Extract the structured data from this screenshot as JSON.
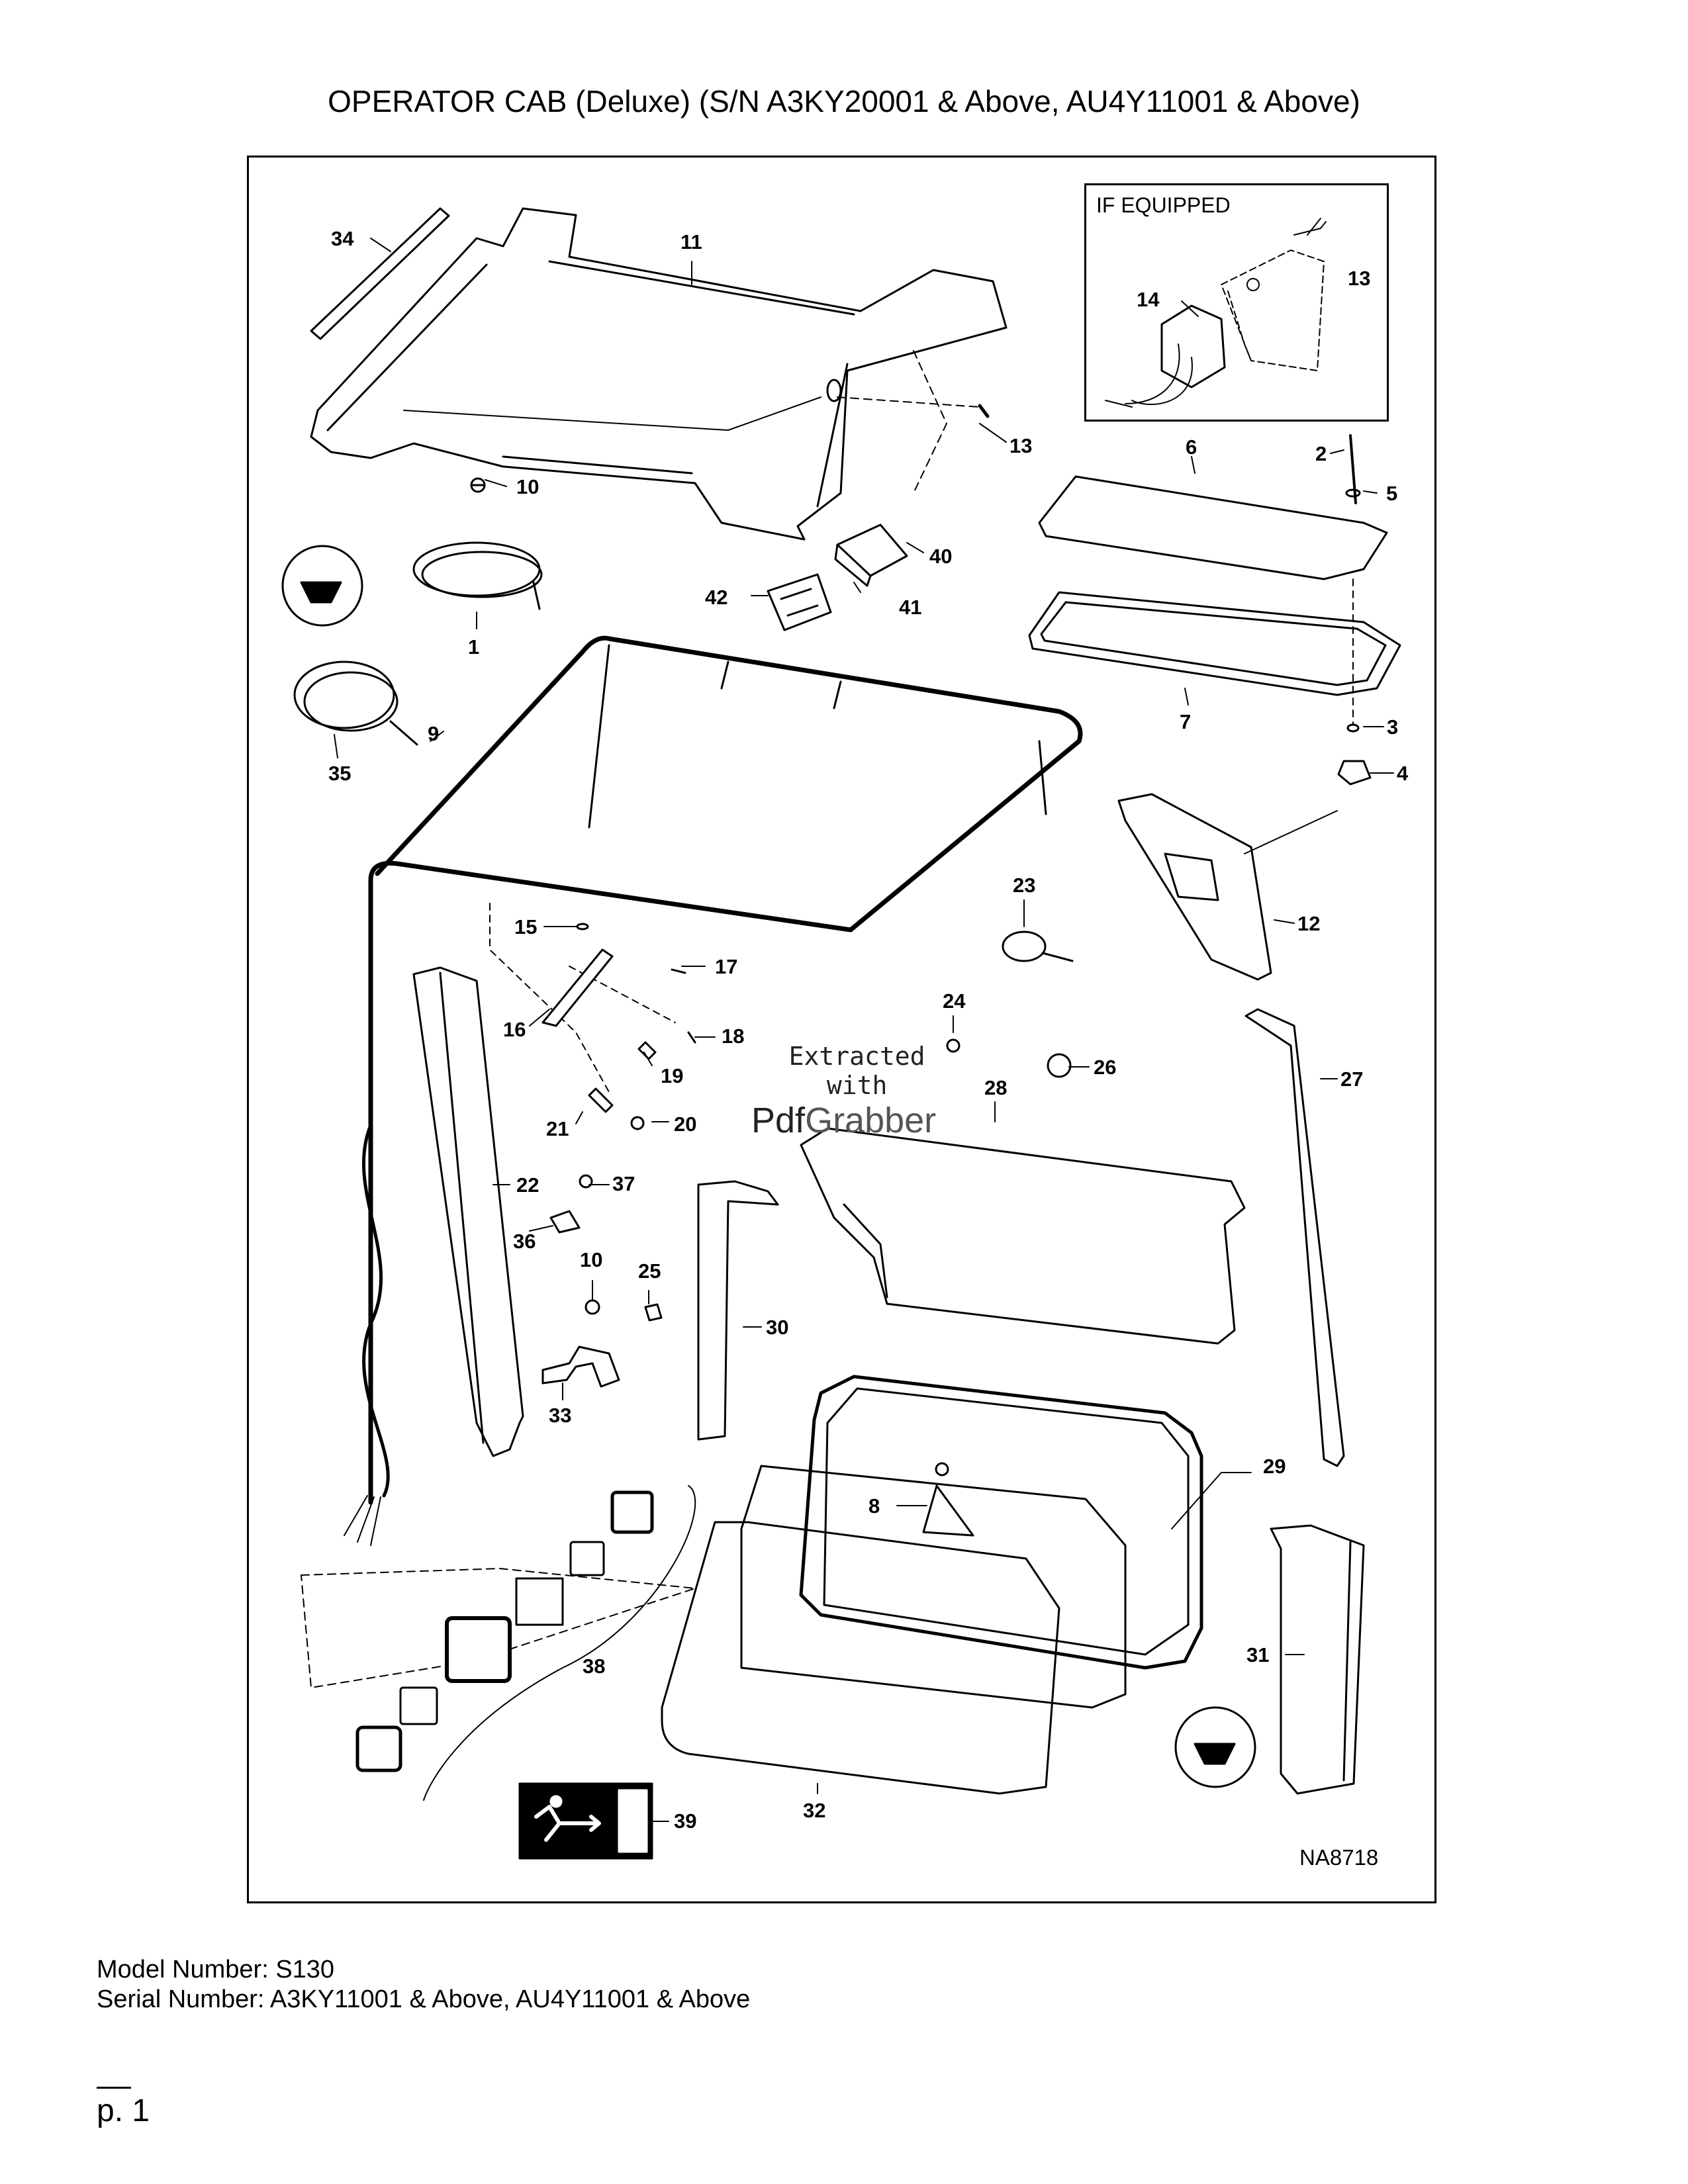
{
  "title": "OPERATOR CAB (Deluxe) (S/N A3KY20001 & Above, AU4Y11001 & Above)",
  "inset_label": "IF EQUIPPED",
  "figure_id": "NA8718",
  "callouts": {
    "c1": "1",
    "c2": "2",
    "c3": "3",
    "c4": "4",
    "c5": "5",
    "c6": "6",
    "c7": "7",
    "c8": "8",
    "c9": "9",
    "c10a": "10",
    "c10b": "10",
    "c11": "11",
    "c12": "12",
    "c13a": "13",
    "c13b": "13",
    "c14": "14",
    "c15": "15",
    "c16": "16",
    "c17": "17",
    "c18": "18",
    "c19": "19",
    "c20": "20",
    "c21": "21",
    "c22": "22",
    "c23": "23",
    "c24": "24",
    "c25": "25",
    "c26": "26",
    "c27": "27",
    "c28": "28",
    "c29": "29",
    "c30": "30",
    "c31": "31",
    "c32": "32",
    "c33": "33",
    "c34": "34",
    "c35": "35",
    "c36": "36",
    "c37": "37",
    "c38": "38",
    "c39": "39",
    "c40": "40",
    "c41": "41",
    "c42": "42"
  },
  "watermark": {
    "line1": "Extracted",
    "line2": "with",
    "brand_a": "Pdf",
    "brand_b": "Grabber"
  },
  "footer": {
    "model": "Model Number: S130",
    "serial": "Serial Number: A3KY11001 & Above, AU4Y11001 & Above",
    "page": "p. 1"
  }
}
